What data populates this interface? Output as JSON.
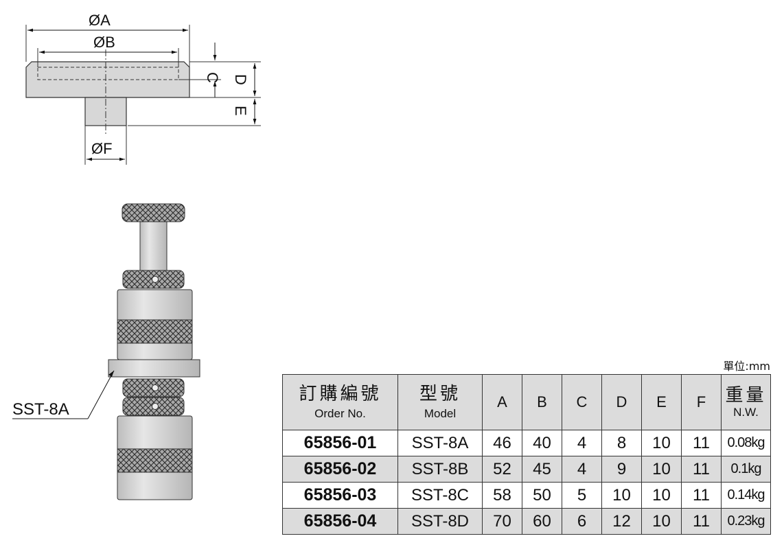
{
  "dimension_labels": {
    "A": "ØA",
    "B": "ØB",
    "C": "C",
    "D": "D",
    "E": "E",
    "F": "ØF"
  },
  "callout": "SST-8A",
  "unit": "單位:mm",
  "table": {
    "headers": {
      "order_cn": "訂購編號",
      "order_en": "Order No.",
      "model_cn": "型號",
      "model_en": "Model",
      "A": "A",
      "B": "B",
      "C": "C",
      "D": "D",
      "E": "E",
      "F": "F",
      "weight_cn": "重量",
      "weight_en": "N.W."
    },
    "rows": [
      {
        "order": "65856-01",
        "model": "SST-8A",
        "A": "46",
        "B": "40",
        "C": "4",
        "D": "8",
        "E": "10",
        "F": "11",
        "weight": "0.08kg"
      },
      {
        "order": "65856-02",
        "model": "SST-8B",
        "A": "52",
        "B": "45",
        "C": "4",
        "D": "9",
        "E": "10",
        "F": "11",
        "weight": "0.1kg"
      },
      {
        "order": "65856-03",
        "model": "SST-8C",
        "A": "58",
        "B": "50",
        "C": "5",
        "D": "10",
        "E": "10",
        "F": "11",
        "weight": "0.14kg"
      },
      {
        "order": "65856-04",
        "model": "SST-8D",
        "A": "70",
        "B": "60",
        "C": "6",
        "D": "12",
        "E": "10",
        "F": "11",
        "weight": "0.23kg"
      }
    ]
  }
}
